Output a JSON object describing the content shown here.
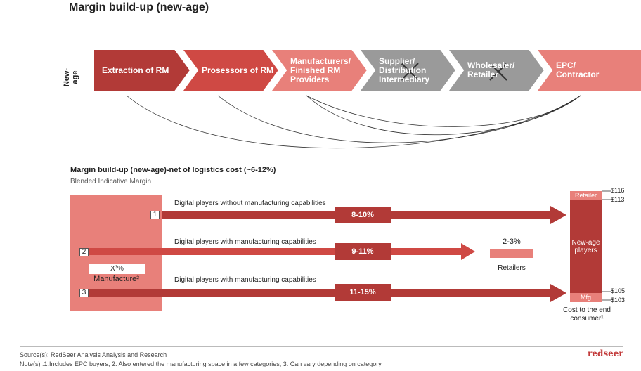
{
  "title": "Margin build-up (new-age)",
  "side_label": "New-age",
  "chain": [
    {
      "label_lines": [
        "Extraction of RM"
      ],
      "color": "#b23a37",
      "crossed": false
    },
    {
      "label_lines": [
        "Prosessors of  RM"
      ],
      "color": "#cf4944",
      "crossed": false
    },
    {
      "label_lines": [
        "Manufacturers/",
        "Finished RM",
        "Providers"
      ],
      "color": "#e8807a",
      "crossed": false
    },
    {
      "label_lines": [
        "Supplier/",
        "Distribution",
        "Intermediary"
      ],
      "color": "#9a9a9a",
      "crossed": true
    },
    {
      "label_lines": [
        "Wholesaler/",
        "Retailer"
      ],
      "color": "#9a9a9a",
      "crossed": true
    },
    {
      "label_lines": [
        "EPC/",
        "Contractor"
      ],
      "color": "#e8807a",
      "crossed": false
    }
  ],
  "section": {
    "title": "Margin build-up (new-age)-net of logistics cost (~6-12%)",
    "subtitle": "Blended Indicative Margin"
  },
  "manufacture": {
    "margin": "X³%",
    "label": "Manufacture²"
  },
  "paths": [
    {
      "num": "1",
      "label": "Digital players without manufacturing capabilities",
      "range": "8-10%"
    },
    {
      "num": "2",
      "label": "Digital players with manufacturing capabilities",
      "range": "9-11%"
    },
    {
      "num": "3",
      "label": "Digital players with manufacturing capabilities",
      "range": "11-15%"
    }
  ],
  "retailers": {
    "pct": "2-3%",
    "label": "Retailers"
  },
  "stack": {
    "top": "Retailer",
    "middle_lines": [
      "New-age",
      "players"
    ],
    "bottom": "Mfg",
    "prices": [
      "$116",
      "$113",
      "$105",
      "$103"
    ],
    "caption_lines": [
      "Cost to the end",
      "consumer¹"
    ]
  },
  "colors": {
    "dark_red": "#b23a37",
    "mid_red": "#cf4944",
    "light_red": "#e8807a",
    "gray": "#9a9a9a"
  },
  "footer": {
    "source": "Source(s): RedSeer  Analysis Analysis and Research",
    "note": "Note(s) :1.Includes EPC buyers, 2. Also entered the manufacturing space in a few categories, 3. Can vary depending on category",
    "brand": "redseer"
  }
}
